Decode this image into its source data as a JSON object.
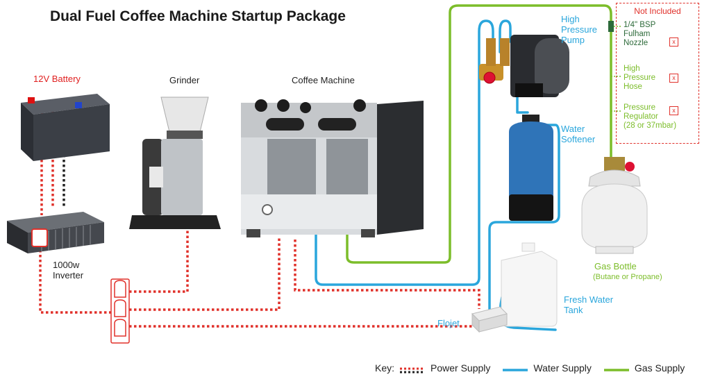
{
  "title": "Dual Fuel Coffee Machine Startup Package",
  "components": {
    "battery": "12V Battery",
    "grinder": "Grinder",
    "coffee_machine": "Coffee Machine",
    "inverter": "1000w\nInverter",
    "pump": "High\nPressure\nPump",
    "softener": "Water\nSoftener",
    "gas_bottle": "Gas Bottle",
    "gas_bottle_sub": "(Butane or Propane)",
    "tank": "Fresh Water\nTank",
    "flojet": "Flojet"
  },
  "not_included": {
    "title": "Not Included",
    "items": [
      {
        "label": "1/4\" BSP\nFulham\nNozzle",
        "mark": "x"
      },
      {
        "label": "High\nPressure\nHose",
        "mark": "x"
      },
      {
        "label": "Pressure\nRegulator\n(28 or 37mbar)",
        "mark": "x"
      }
    ]
  },
  "key": {
    "label": "Key:",
    "power": "Power Supply",
    "water": "Water Supply",
    "gas": "Gas Supply"
  },
  "colors": {
    "power": "#e0302a",
    "water": "#2aa6dc",
    "gas": "#7cbd2a",
    "title": "#1a1a1a"
  }
}
